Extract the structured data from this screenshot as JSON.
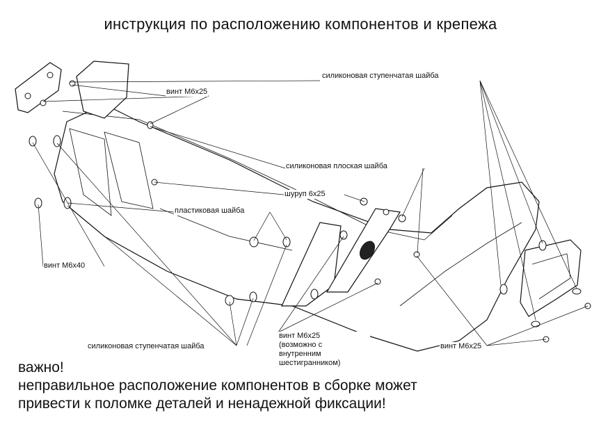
{
  "title": "инструкция по расположению компонентов и крепежа",
  "labels": {
    "silicone_step_washer_top": "силиконовая ступенчатая шайба",
    "screw_m6x25_top": "винт М6х25",
    "silicone_flat_washer": "силиконовая плоская шайба",
    "screw_6x25": "шуруп 6х25",
    "plastic_washer": "пластиковая шайба",
    "screw_m6x40": "винт М6х40",
    "screw_m6x25_hex_line1": "винт М6х25",
    "screw_m6x25_hex_line2": "(возможно с",
    "screw_m6x25_hex_line3": "внутренним",
    "screw_m6x25_hex_line4": "шестигранником)",
    "silicone_step_washer_bottom": "силиконовая ступенчатая шайба",
    "screw_m6x25_right": "винт М6х25"
  },
  "warning": {
    "line1": "важно!",
    "line2": "неправильное расположение компонентов в сборке может",
    "line3": "привести к поломке деталей и ненадежной фиксации!"
  }
}
